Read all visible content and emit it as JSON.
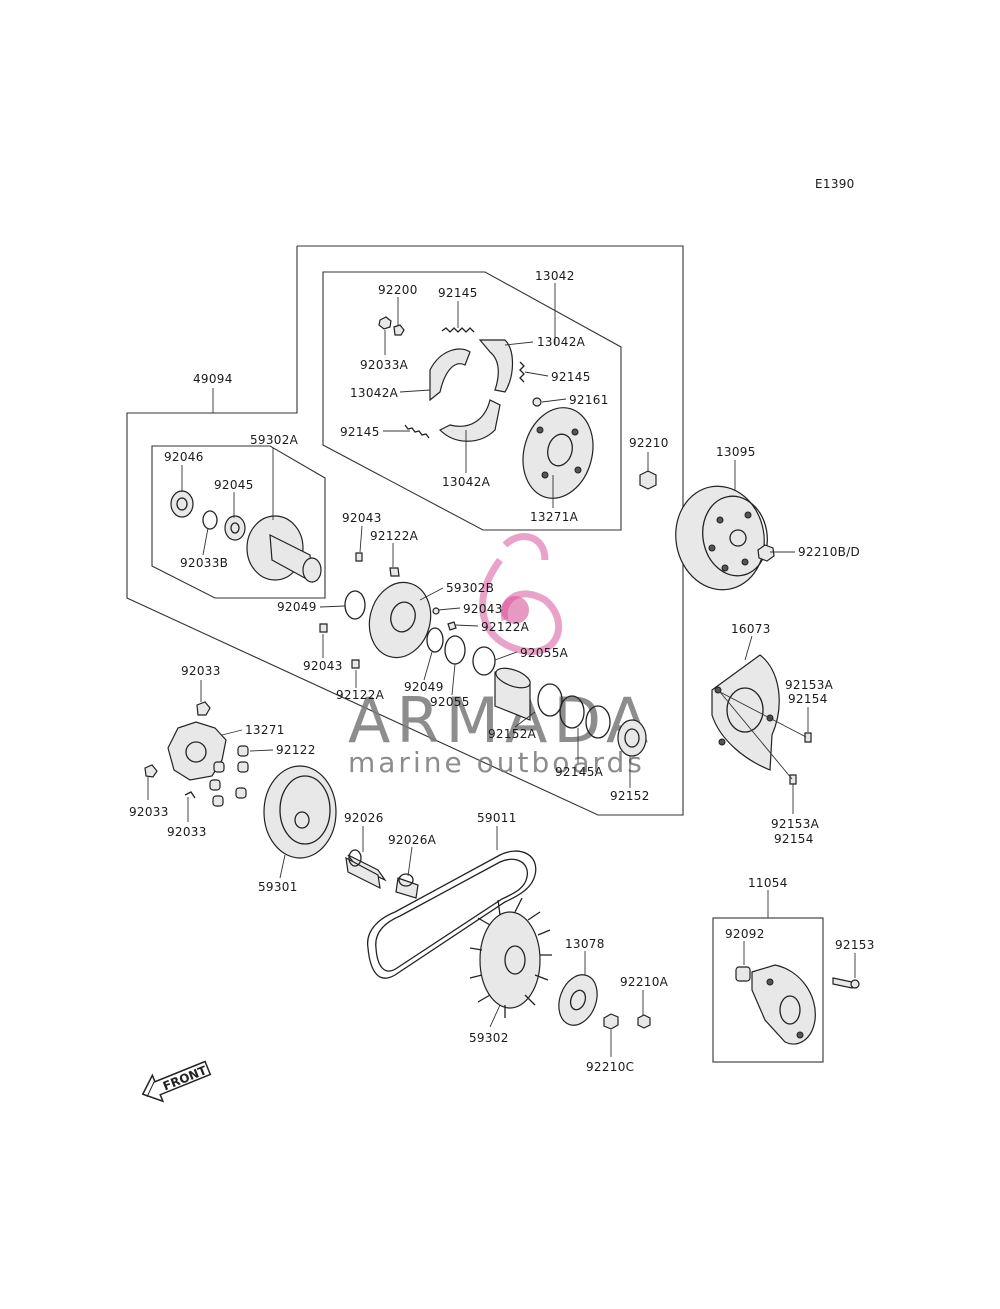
{
  "diagram_code": "E1390",
  "watermark": {
    "brand": "ARMADA",
    "tagline": "marine outboards",
    "logo_color": "#d9559a"
  },
  "front_label": "FRONT",
  "parts": {
    "p13042": "13042",
    "p92200": "92200",
    "p92145_top": "92145",
    "p13042A_1": "13042A",
    "p92033A": "92033A",
    "p92145_r": "92145",
    "p13042A_2": "13042A",
    "p92161": "92161",
    "p92145_l": "92145",
    "p13042A_3": "13042A",
    "p13271A": "13271A",
    "p92210": "92210",
    "p13095": "13095",
    "p92210BD": "92210B/D",
    "p49094": "49094",
    "p59302A": "59302A",
    "p92046": "92046",
    "p92045": "92045",
    "p92033B": "92033B",
    "p92043_1": "92043",
    "p92122A_1": "92122A",
    "p59302B": "59302B",
    "p92049_1": "92049",
    "p92043_2": "92043",
    "p92122A_2": "92122A",
    "p92043_3": "92043",
    "p92055A": "92055A",
    "p92122A_3": "92122A",
    "p92049_2": "92049",
    "p92055": "92055",
    "p92152A": "92152A",
    "p92145A": "92145A",
    "p92152": "92152",
    "p16073": "16073",
    "p92153A_1": "92153A",
    "p92154_1": "92154",
    "p92153A_2": "92153A",
    "p92154_2": "92154",
    "p92033_top": "92033",
    "p13271": "13271",
    "p92122": "92122",
    "p92033_l": "92033",
    "p92033_b": "92033",
    "p59301": "59301",
    "p92026": "92026",
    "p92026A": "92026A",
    "p59011": "59011",
    "p11054": "11054",
    "p92092": "92092",
    "p92153": "92153",
    "p13078": "13078",
    "p92210A": "92210A",
    "p59302": "59302",
    "p92210C": "92210C"
  }
}
